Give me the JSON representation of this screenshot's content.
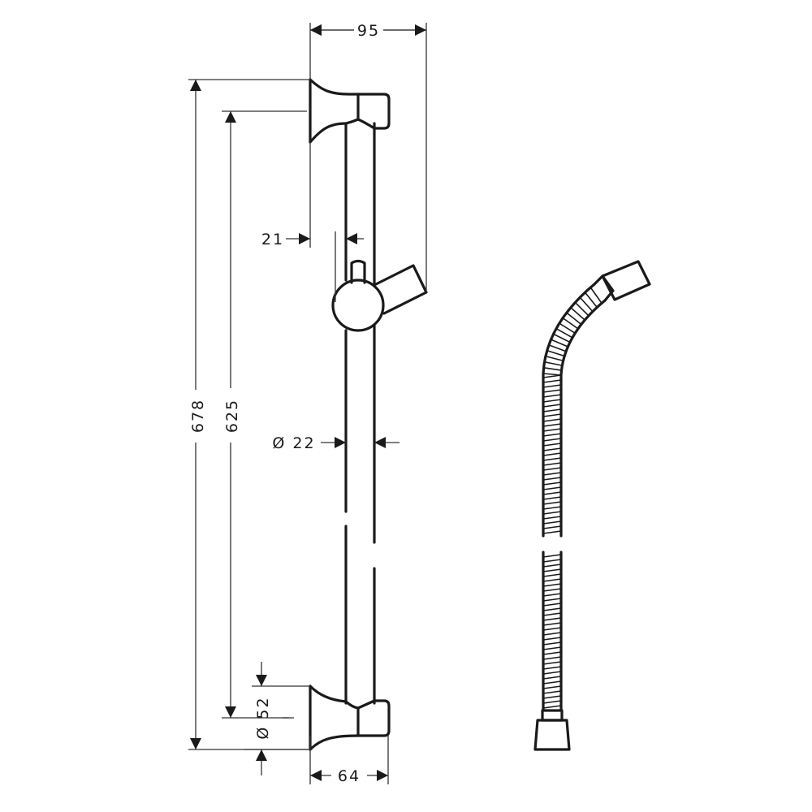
{
  "dimensions": {
    "top_width": "95",
    "overall_height": "678",
    "center_distance": "625",
    "rail_offset": "21",
    "rail_diameter": "Ø 22",
    "bracket_diameter": "Ø 52",
    "bracket_depth": "64"
  },
  "colors": {
    "line": "#1a1a1a",
    "background": "#ffffff"
  }
}
